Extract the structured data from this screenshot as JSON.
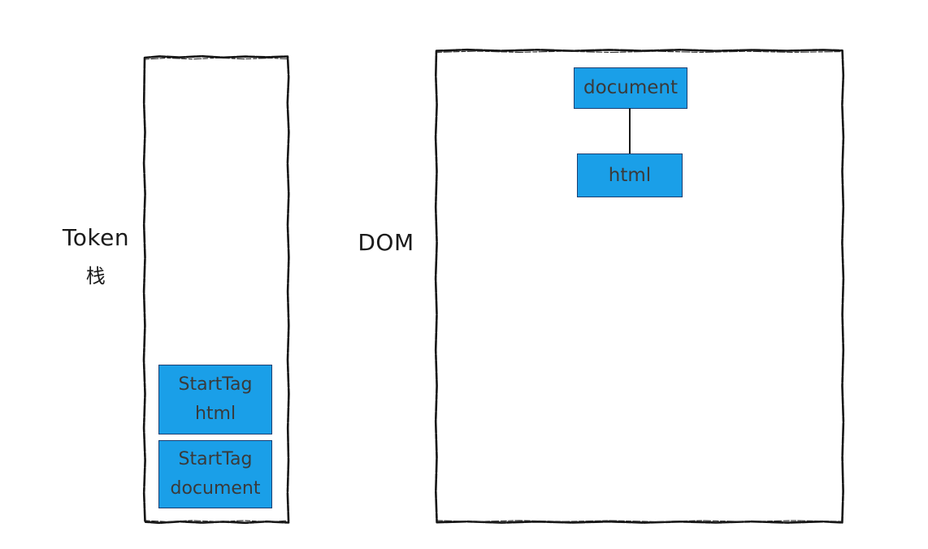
{
  "diagram": {
    "title": "HTML parser token stack and DOM tree",
    "background_color": "#ffffff",
    "node_fill_color": "#1a9fe8",
    "node_border_color": "#1b3f72",
    "node_text_color": "#3a3a3a",
    "stroke_color": "#1b1b1b"
  },
  "token_panel": {
    "label": "Token",
    "label_secondary": "栈",
    "stack_items": [
      {
        "line1": "StartTag",
        "line2": "html"
      },
      {
        "line1": "StartTag",
        "line2": "document"
      }
    ]
  },
  "dom_panel": {
    "label": "DOM",
    "nodes": [
      {
        "label": "document"
      },
      {
        "label": "html"
      }
    ],
    "edges": [
      {
        "from": "document",
        "to": "html"
      }
    ]
  }
}
